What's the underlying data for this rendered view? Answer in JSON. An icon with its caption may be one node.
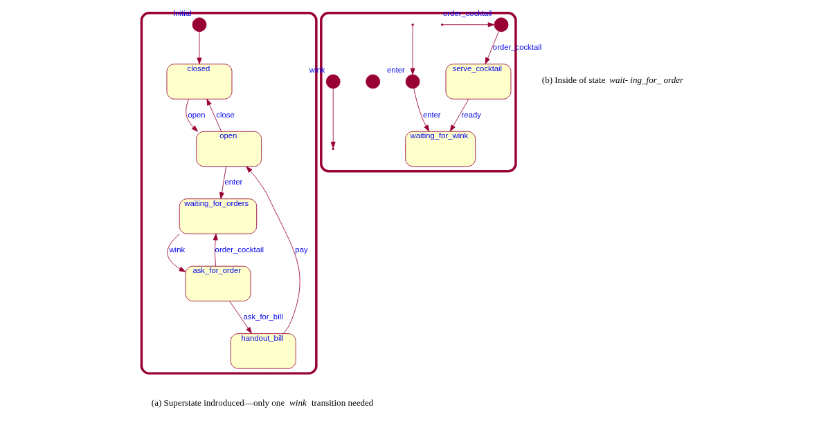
{
  "diagram": {
    "nodes": [
      {
        "text": [],
        "shape": "box"
      },
      {
        "text": [],
        "shape": "circle",
        "beside": [
          "Initial"
        ],
        "in": 0
      },
      {
        "text": [
          "closed"
        ],
        "in": 0
      },
      {
        "text": [
          "open"
        ],
        "in": 0
      },
      {
        "text": [
          "waiting_for_orders"
        ],
        "in": 0
      },
      {
        "text": [
          "ask_for_order"
        ],
        "in": 0
      },
      {
        "text": [
          "handout_bill"
        ],
        "in": 0
      },
      {
        "text": [],
        "shape": "box"
      },
      {
        "text": [],
        "shape": "circle",
        "in": 7
      },
      {
        "text": [],
        "shape": "circle",
        "beside": [
          "enter"
        ],
        "in": 7
      },
      {
        "text": [],
        "shape": "circle",
        "beside": [
          "wink"
        ],
        "in": 7
      },
      {
        "text": [
          "waiting_for_wink"
        ],
        "in": 7
      },
      {
        "text": [
          "serve_cocktail"
        ],
        "in": 7
      },
      {
        "text": [],
        "shape": "circle",
        "beside": [
          "order_cocktail"
        ],
        "in": 7
      }
    ],
    "edges": [
      {
        "from": 1,
        "to": 2,
        "arrow": "to"
      },
      {
        "from": 3,
        "to": 2,
        "label": "close",
        "arrow": "to"
      },
      {
        "from": 2,
        "to": 3,
        "label": "open",
        "arrow": "to"
      },
      {
        "from": 3,
        "to": 4,
        "label": "enter",
        "arrow": "to"
      },
      {
        "from": 4,
        "to": 5,
        "label": "wink",
        "arrow": "to"
      },
      {
        "from": 5,
        "to": 4,
        "label": "order_cocktail",
        "arrow": "to"
      },
      {
        "from": 5,
        "to": 6,
        "label": "ask_for_bill",
        "arrow": "to"
      },
      {
        "from": 6,
        "to": 3,
        "label": "pay",
        "arrow": "to"
      },
      {
        "from": null,
        "to": 9,
        "arrow": "to"
      },
      {
        "from": 10,
        "to": null,
        "arrow": "to"
      },
      {
        "from": 9,
        "to": 11,
        "label": "enter",
        "arrow": "to"
      },
      {
        "from": 12,
        "to": 11,
        "label": "ready",
        "arrow": "to"
      },
      {
        "from": null,
        "to": 13,
        "arrow": "to"
      },
      {
        "from": 13,
        "to": 12,
        "label": "order_cocktail",
        "arrow": "to"
      }
    ],
    "labels": [
      "(a) Superstate indroduced—only one *wink* transition needed",
      "(b) Inside of state *wait- ing_for_ order*"
    ]
  }
}
